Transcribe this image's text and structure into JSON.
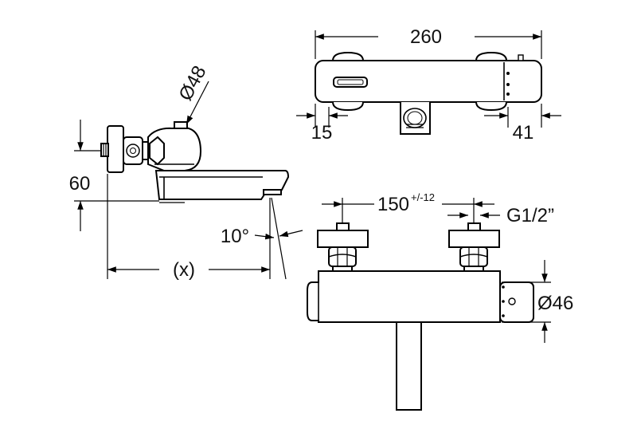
{
  "dimensions": {
    "top_width": "260",
    "left_offset": "15",
    "right_offset": "41",
    "handle_diameter": "Ø48",
    "height": "60",
    "angle": "10°",
    "projection": "(x)",
    "centers": "150",
    "centers_tolerance": "+/-12",
    "thread": "G1/2”",
    "body_diameter": "Ø46"
  }
}
